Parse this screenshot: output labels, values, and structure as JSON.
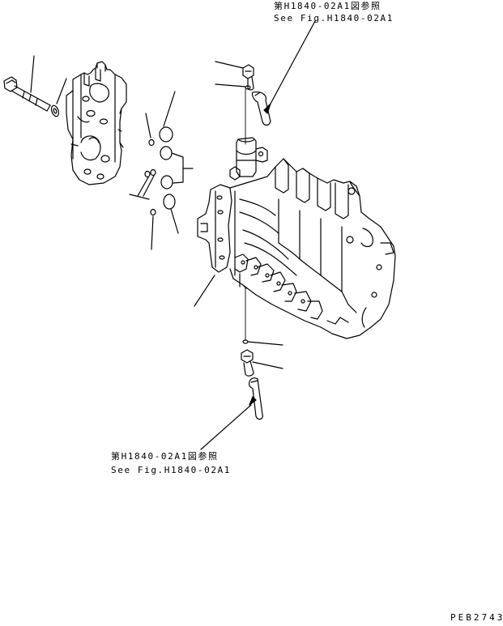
{
  "figure": {
    "code": "PEB2743",
    "reference_top": {
      "jp": "第H1840-02A1図参照",
      "en": "See Fig.H1840-02A1"
    },
    "reference_bottom": {
      "jp": "第H1840-02A1図参照",
      "en": "See Fig.H1840-02A1"
    }
  },
  "colors": {
    "line": "#000000",
    "background": "#ffffff"
  }
}
